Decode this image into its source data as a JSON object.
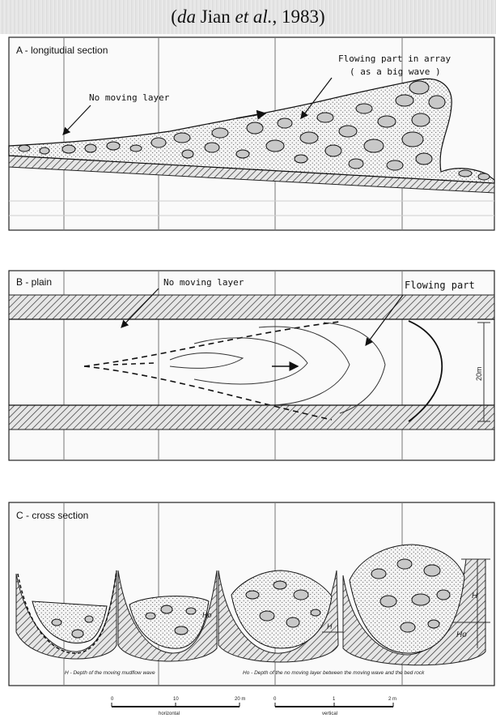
{
  "header": {
    "title_prefix": "(",
    "title_italic_1": "da",
    "title_mid": " Jian ",
    "title_italic_2": "et al.",
    "title_suffix": ", 1983)"
  },
  "panel_a": {
    "label": "A - longitudial section",
    "no_moving_label": "No moving layer",
    "flowing_label_line1": "Flowing part in array",
    "flowing_label_line2": "( as a big wave )"
  },
  "panel_b": {
    "label": "B - plain",
    "no_moving_label": "No moving layer",
    "flowing_label": "Flowing part",
    "width_label": "20m"
  },
  "panel_c": {
    "label": "C - cross section",
    "h_label": "H",
    "ho_label": "Ho",
    "ho_label_2": "Ho",
    "caption_left": "H - Depth of the moving mudflow wave",
    "caption_right": "Ho - Depth of the no moving layer between the moving wave and the bed rock"
  },
  "scale_bar": {
    "left_ticks": [
      "0",
      "10",
      "20 m"
    ],
    "right_ticks": [
      "0",
      "1",
      "2 m"
    ],
    "left_caption": "horizontal",
    "right_caption": "vertical"
  }
}
